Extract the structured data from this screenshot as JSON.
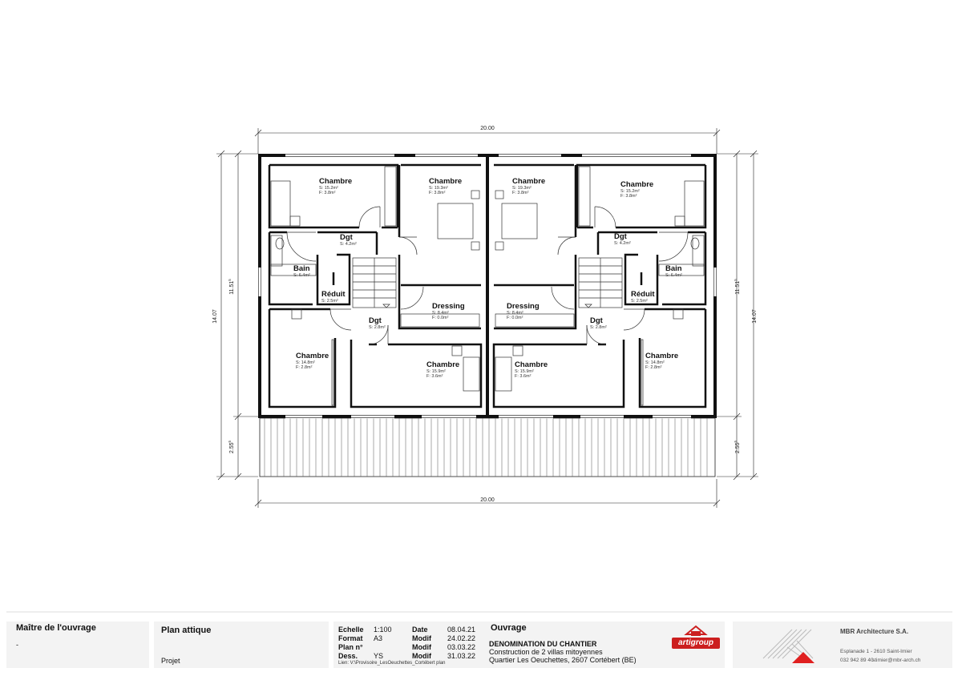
{
  "dimensions": {
    "top_width": "20.00",
    "bottom_width": "20.00",
    "left_total": "14.07",
    "left_house": "11.51",
    "left_house_sup": "5",
    "left_terrace": "2.55",
    "left_terrace_sup": "5",
    "right_total": "14.07",
    "right_house": "11.51",
    "right_house_sup": "5",
    "right_terrace": "2.55",
    "right_terrace_sup": "5"
  },
  "rooms": [
    {
      "name": "Chambre",
      "s": "S: 15.2m²",
      "f": "F: 3.8m²"
    },
    {
      "name": "Chambre",
      "s": "S: 19.3m²",
      "f": "F: 3.8m²"
    },
    {
      "name": "Chambre",
      "s": "S: 19.3m²",
      "f": "F: 3.8m²"
    },
    {
      "name": "Chambre",
      "s": "S: 15.2m²",
      "f": "F: 3.8m²"
    },
    {
      "name": "Dgt",
      "s": "S: 4.2m²",
      "f": ""
    },
    {
      "name": "Dgt",
      "s": "S: 4.2m²",
      "f": ""
    },
    {
      "name": "Bain",
      "s": "S: 6.4m²",
      "f": ""
    },
    {
      "name": "Bain",
      "s": "S: 6.4m²",
      "f": ""
    },
    {
      "name": "Réduit",
      "s": "S: 2.5m²",
      "f": ""
    },
    {
      "name": "Réduit",
      "s": "S: 2.5m²",
      "f": ""
    },
    {
      "name": "Dressing",
      "s": "S: 8.4m²",
      "f": "F: 0.0m²"
    },
    {
      "name": "Dressing",
      "s": "S: 8.4m²",
      "f": "F: 0.0m²"
    },
    {
      "name": "Dgt",
      "s": "S: 2.8m²",
      "f": ""
    },
    {
      "name": "Dgt",
      "s": "S: 2.8m²",
      "f": ""
    },
    {
      "name": "Chambre",
      "s": "S: 14.8m²",
      "f": "F: 2.8m²"
    },
    {
      "name": "Chambre",
      "s": "S: 15.9m²",
      "f": "F: 3.6m²"
    },
    {
      "name": "Chambre",
      "s": "S: 15.9m²",
      "f": "F: 3.6m²"
    },
    {
      "name": "Chambre",
      "s": "S: 14.8m²",
      "f": "F: 2.8m²"
    }
  ],
  "title_block": {
    "owner_label": "Maître de l'ouvrage",
    "owner_value": "-",
    "plan_title": "Plan attique",
    "plan_phase": "Projet",
    "echelle_label": "Echelle",
    "echelle_value": "1:100",
    "format_label": "Format",
    "format_value": "A3",
    "plan_no_label": "Plan n°",
    "plan_no_value": "",
    "dess_label": "Dess.",
    "dess_value": "YS",
    "date_label": "Date",
    "date_value": "08.04.21",
    "modif1_label": "Modif",
    "modif1_value": "24.02.22",
    "modif2_label": "Modif",
    "modif2_value": "03.03.22",
    "modif3_label": "Modif",
    "modif3_value": "31.03.22",
    "lien": "Lien: V:\\Provisoire_LesOeuchettes_Cortébert plan",
    "ouvrage_label": "Ouvrage",
    "chantier_title": "DENOMINATION DU CHANTIER",
    "chantier_line1": "Construction de 2 villas mitoyennes",
    "chantier_line2": "Quartier Les Oeuchettes, 2607 Cortébert (BE)",
    "artigroup_logo": "artigroup",
    "firm_name": "MBR Architecture S.A.",
    "firm_address": "Esplanade 1 - 2610 Saint-Imier",
    "firm_phone": "032 942 89 40",
    "firm_email": "stimier@mbr-arch.ch"
  },
  "colors": {
    "ink": "#111111",
    "title_bg": "#f3f3f3",
    "logo_red": "#cc1f1f"
  }
}
